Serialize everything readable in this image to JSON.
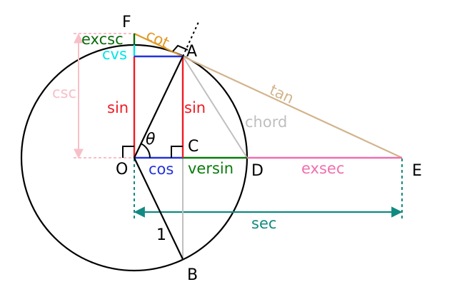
{
  "diagram": {
    "colors": {
      "circle": "#000000",
      "sin": "#ee1c24",
      "cos": "#2233dd",
      "versin": "#0a7a0a",
      "tan": "#d2b48c",
      "cot": "#e09a28",
      "chord": "#bfbfbf",
      "exsec": "#ee6fb0",
      "sec": "#118a80",
      "csc": "#f7c0c8",
      "cvs": "#00e5e5",
      "excsc": "#0a6a0a",
      "radius": "#000000"
    },
    "points": {
      "O": "O",
      "A": "A",
      "B": "B",
      "C": "C",
      "D": "D",
      "E": "E",
      "F": "F"
    },
    "angle": "θ",
    "radius_label": "1",
    "labels": {
      "sin_left": "sin",
      "sin_right": "sin",
      "cos": "cos",
      "versin": "versin",
      "exsec": "exsec",
      "sec": "sec",
      "tan": "tan",
      "cot": "cot",
      "chord": "chord",
      "csc": "csc",
      "cvs": "cvs",
      "excsc": "excsc"
    }
  }
}
